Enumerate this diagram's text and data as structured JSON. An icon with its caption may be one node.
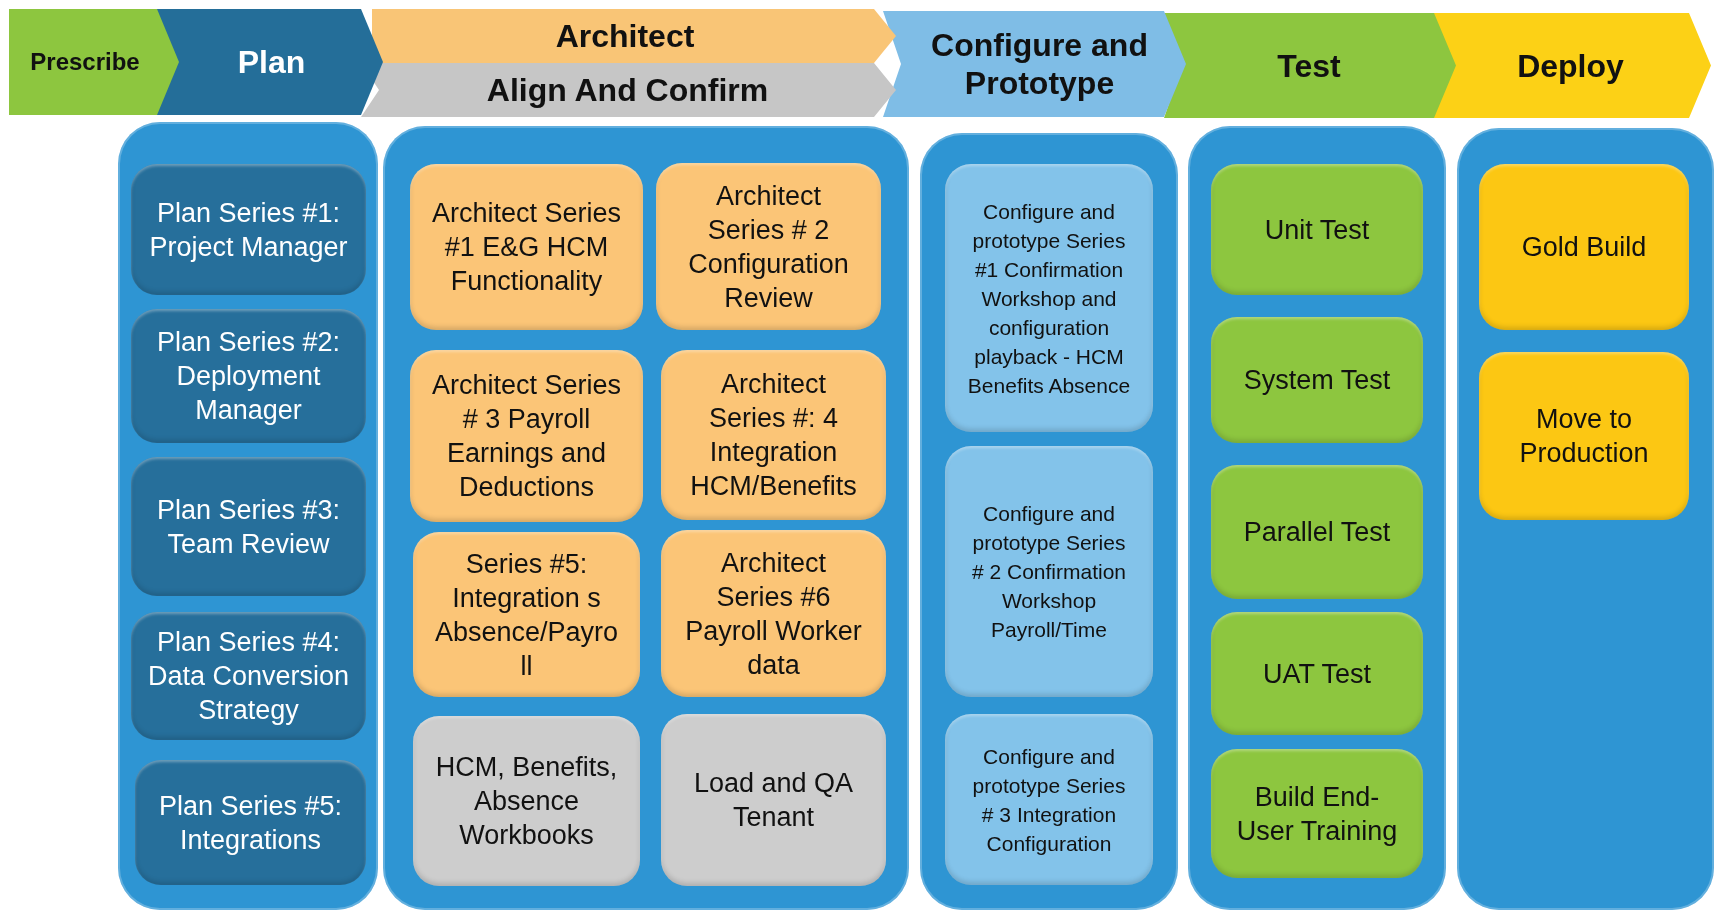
{
  "diagram": {
    "nodes": [
      {
        "text": [
          "Prescribe"
        ]
      },
      {
        "text": [
          "Plan"
        ]
      },
      {
        "text": [
          "Architect"
        ]
      },
      {
        "text": [
          "Align And Confirm"
        ]
      },
      {
        "text": [
          "Configure and Prototype"
        ]
      },
      {
        "text": [
          "Test"
        ]
      },
      {
        "text": [
          "Deploy"
        ]
      },
      {
        "text": [],
        "shape": "box"
      },
      {
        "text": [
          "Plan Series #1: Project Manager"
        ],
        "in": 7
      },
      {
        "text": [
          "Plan Series #2: Deployment Manager"
        ],
        "in": 7
      },
      {
        "text": [
          "Plan Series #3: Team Review"
        ],
        "in": 7
      },
      {
        "text": [
          "Plan Series #4: Data Conversion Strategy"
        ],
        "in": 7
      },
      {
        "text": [
          "Plan Series #5: Integrations"
        ],
        "in": 7
      },
      {
        "text": [],
        "shape": "box"
      },
      {
        "text": [
          "Architect Series #1 E&G HCM Functionality"
        ],
        "in": 13
      },
      {
        "text": [
          "Architect Series # 2 Configuration Review"
        ],
        "in": 13
      },
      {
        "text": [
          "Architect Series # 3 Payroll Earnings and Deductions"
        ],
        "in": 13
      },
      {
        "text": [
          "Architect Series #: 4 Integration HCM/Benefits"
        ],
        "in": 13
      },
      {
        "text": [
          "Series #5: Integration s Absence/Payroll"
        ],
        "in": 13
      },
      {
        "text": [
          "Architect Series #6 Payroll Worker data"
        ],
        "in": 13
      },
      {
        "text": [
          "HCM, Benefits, Absence Workbooks"
        ],
        "in": 13
      },
      {
        "text": [
          "Load and QA Tenant"
        ],
        "in": 13
      },
      {
        "text": [],
        "shape": "box"
      },
      {
        "text": [
          "Configure and prototype Series #1 Confirmation Workshop and configuration playback - HCM Benefits Absence"
        ],
        "in": 22
      },
      {
        "text": [
          "Configure and prototype Series # 2 Confirmation Workshop Payroll/Time"
        ],
        "in": 22
      },
      {
        "text": [
          "Configure and prototype Series # 3 Integration Configuration"
        ],
        "in": 22
      },
      {
        "text": [],
        "shape": "box"
      },
      {
        "text": [
          "Unit Test"
        ],
        "in": 26
      },
      {
        "text": [
          "System Test"
        ],
        "in": 26
      },
      {
        "text": [
          "Parallel Test"
        ],
        "in": 26
      },
      {
        "text": [
          "UAT Test"
        ],
        "in": 26
      },
      {
        "text": [
          "Build End-User Training"
        ],
        "in": 26
      },
      {
        "text": [],
        "shape": "box"
      },
      {
        "text": [
          "Gold Build"
        ],
        "in": 32
      },
      {
        "text": [
          "Move to Production"
        ],
        "in": 32
      }
    ]
  }
}
